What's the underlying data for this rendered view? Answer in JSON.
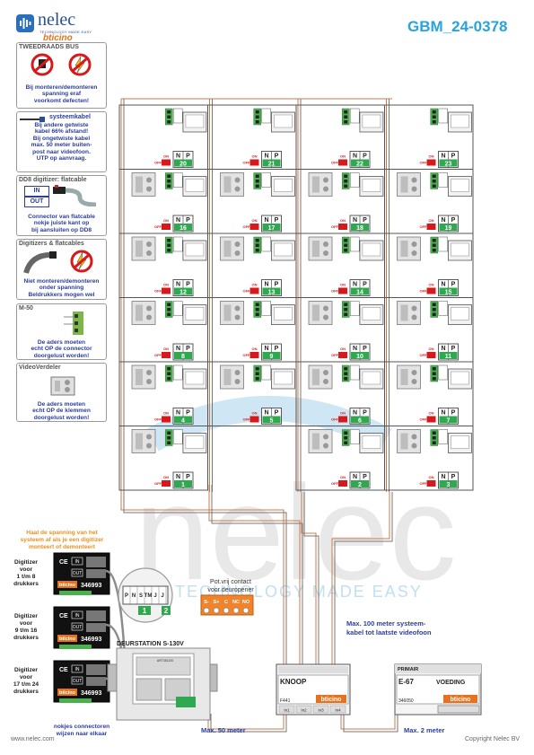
{
  "header": {
    "logo_name": "nelec",
    "logo_tagline": "TECHNOLOGY MADE EASY",
    "logo_brand": "bticino",
    "doc_number": "GBM_24-0378"
  },
  "watermark": {
    "name": "nelec",
    "tagline": "TECHNOLOGY MADE EASY"
  },
  "sidebar": {
    "bus": {
      "title": "TWEEDRAADS BUS",
      "text": [
        "Bij monteren/demonteren",
        "spanning eraf",
        "voorkomt defecten!"
      ]
    },
    "cable": {
      "title": "systeemkabel",
      "text": [
        "Bij andere getwiste",
        "kabel 66% afstand!",
        "Bij ongetwiste kabel",
        "max. 50 meter buiten-",
        "post naar videofoon.",
        "UTP op aanvraag."
      ]
    },
    "dd8": {
      "title": "DD8 digitizer: flatcable",
      "in_label": "IN",
      "out_label": "OUT",
      "text": [
        "Connector van flatcable",
        "nokje juiste kant op",
        "bij aansluiten op DD8"
      ]
    },
    "flat": {
      "title": "Digitizers & flatcables",
      "text": [
        "Niet monteren/demonteren",
        "onder spanning",
        "Beldrukkers mogen wel"
      ]
    },
    "m50": {
      "title": "M-50",
      "text": [
        "De aders moeten",
        "echt OP de connector",
        "doorgelust worden!"
      ]
    },
    "video": {
      "title": "VideoVerdeler",
      "text": [
        "De aders moeten",
        "echt OP de klemmen",
        "doorgelust worden!"
      ]
    }
  },
  "grid": {
    "terminal_n": "N",
    "terminal_p": "P",
    "off_label": "OFF",
    "on_label": "ON",
    "cells": [
      {
        "row": 0,
        "col": 0,
        "num": "20",
        "splitter": false
      },
      {
        "row": 0,
        "col": 1,
        "num": "21",
        "splitter": false
      },
      {
        "row": 0,
        "col": 2,
        "num": "22",
        "splitter": false
      },
      {
        "row": 0,
        "col": 3,
        "num": "23",
        "splitter": false
      },
      {
        "row": 1,
        "col": 0,
        "num": "16",
        "splitter": true
      },
      {
        "row": 1,
        "col": 1,
        "num": "17",
        "splitter": true
      },
      {
        "row": 1,
        "col": 2,
        "num": "18",
        "splitter": true
      },
      {
        "row": 1,
        "col": 3,
        "num": "19",
        "splitter": true
      },
      {
        "row": 2,
        "col": 0,
        "num": "12",
        "splitter": true
      },
      {
        "row": 2,
        "col": 1,
        "num": "13",
        "splitter": true
      },
      {
        "row": 2,
        "col": 2,
        "num": "14",
        "splitter": true
      },
      {
        "row": 2,
        "col": 3,
        "num": "15",
        "splitter": true
      },
      {
        "row": 3,
        "col": 0,
        "num": "8",
        "splitter": true
      },
      {
        "row": 3,
        "col": 1,
        "num": "9",
        "splitter": true
      },
      {
        "row": 3,
        "col": 2,
        "num": "10",
        "splitter": true
      },
      {
        "row": 3,
        "col": 3,
        "num": "11",
        "splitter": true
      },
      {
        "row": 4,
        "col": 0,
        "num": "4",
        "splitter": true
      },
      {
        "row": 4,
        "col": 1,
        "num": "5",
        "splitter": true
      },
      {
        "row": 4,
        "col": 2,
        "num": "6",
        "splitter": true
      },
      {
        "row": 4,
        "col": 3,
        "num": "7",
        "splitter": true
      },
      {
        "row": 5,
        "col": 0,
        "num": "1",
        "splitter": true
      },
      {
        "row": 5,
        "col": 2,
        "num": "2",
        "splitter": true
      },
      {
        "row": 5,
        "col": 3,
        "num": "3",
        "splitter": true
      }
    ]
  },
  "bottom": {
    "warning": [
      "Haal de spanning van het",
      "systeem af als je een digitizer",
      "monteert of demonteert"
    ],
    "digitizers": [
      {
        "label": [
          "Digitizer",
          "voor",
          "1 t/m 8",
          "drukkers"
        ],
        "code": "346993"
      },
      {
        "label": [
          "Digitizer",
          "voor",
          "9 t/m 16",
          "drukkers"
        ],
        "code": "346993"
      },
      {
        "label": [
          "Digitizer",
          "voor",
          "17 t/m 24",
          "drukkers"
        ],
        "code": "346993"
      }
    ],
    "digitizer_in": "IN",
    "digitizer_out": "OUT",
    "digitizer_brand": "bticino",
    "nokjes": [
      "nokjes connectoren",
      "wijzen naar elkaar"
    ],
    "zoom_terminals": [
      "P",
      "N",
      "S",
      "TM",
      "J",
      "J"
    ],
    "zoom_numbers": [
      "1",
      "2"
    ],
    "deurstation": "DEURSTATION S-130V",
    "deurstation_code": "ART351100",
    "potvrij": [
      "Pot.vrij contact",
      "voor deuropener"
    ],
    "potvrij_terminals": [
      "S-",
      "S+",
      "C",
      "NC",
      "NO"
    ],
    "max50": "Max. 50 meter",
    "max100": [
      "Max. 100 meter systeem-",
      "kabel tot laatste videofoon"
    ],
    "knoop": {
      "title": "KNOOP",
      "code": "F441",
      "brand": "bticino",
      "inputs": [
        "In1",
        "In2",
        "In3",
        "In4"
      ]
    },
    "primair": "PRIMAIR",
    "voeding": {
      "title": "E-67",
      "subtitle": "VOEDING",
      "code": "346050",
      "brand": "bticino"
    },
    "max2": "Max. 2 meter"
  },
  "footer": {
    "left": "www.nelec.com",
    "right": "Copyright Nelec BV"
  }
}
